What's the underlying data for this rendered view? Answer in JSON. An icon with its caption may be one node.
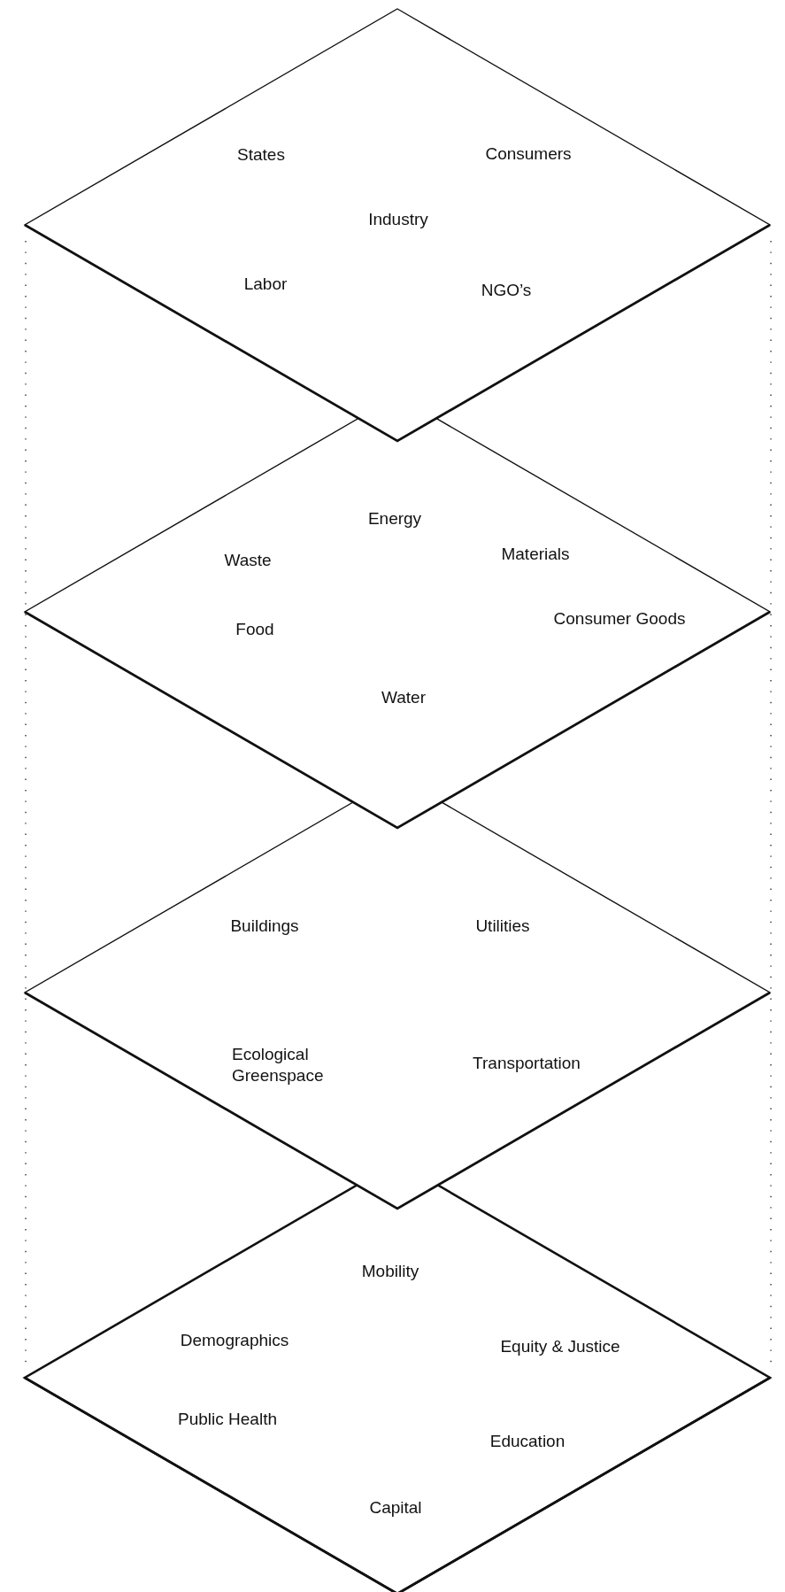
{
  "diagram": {
    "nodes": [
      {
        "text": [
          "States",
          "Consumers",
          "Industry",
          "Labor",
          "NGO’s"
        ]
      },
      {
        "text": [
          "Energy",
          "Waste",
          "Materials",
          "Food",
          "Consumer Goods",
          "Water"
        ]
      },
      {
        "text": [
          "Buildings",
          "Utilities",
          "Ecological Greenspace",
          "Transportation"
        ]
      },
      {
        "text": [
          "Mobility",
          "Demographics",
          "Equity & Justice",
          "Public Health",
          "Education",
          "Capital"
        ]
      }
    ]
  }
}
